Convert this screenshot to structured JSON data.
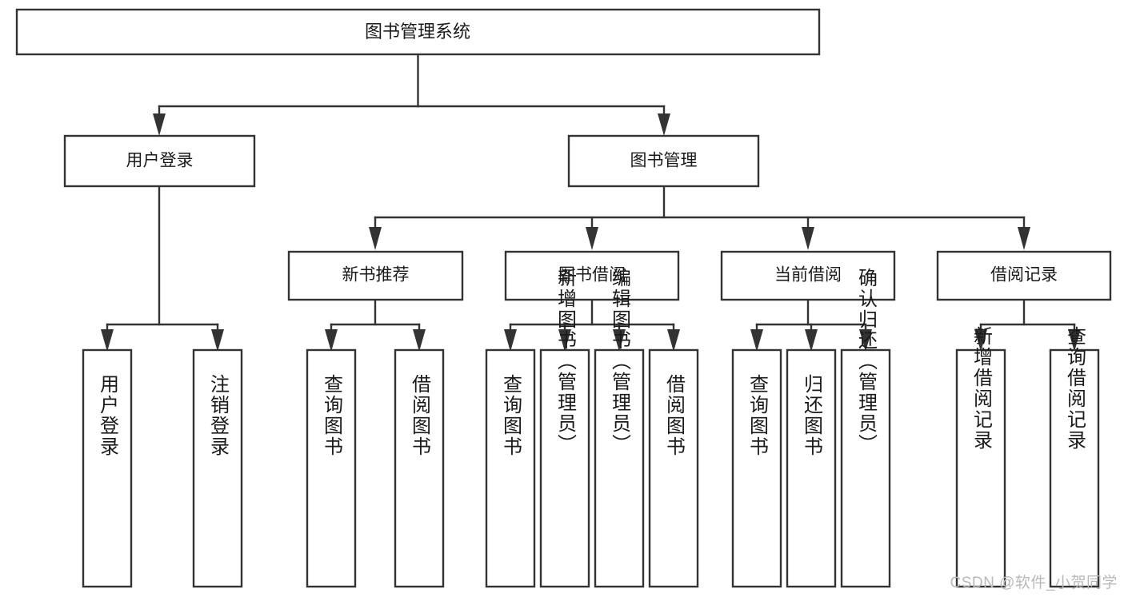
{
  "diagram": {
    "type": "tree-hierarchy",
    "title": "图书管理系统",
    "orientation": "top-down",
    "watermark": "CSDN @软件_小贺同学",
    "colors": {
      "box_stroke": "#333333",
      "box_fill": "#ffffff",
      "connector": "#333333",
      "text": "#1a1a1a",
      "watermark": "#b9b9b9",
      "background": "#ffffff"
    },
    "nodes": {
      "root": {
        "id": "root",
        "label": "图书管理系统",
        "level": 0,
        "orientation": "horizontal"
      },
      "level1": [
        {
          "id": "user-login",
          "label": "用户登录",
          "level": 1,
          "orientation": "horizontal"
        },
        {
          "id": "book-management",
          "label": "图书管理",
          "level": 1,
          "orientation": "horizontal"
        }
      ],
      "level2": [
        {
          "id": "new-book-recommend",
          "label": "新书推荐",
          "level": 2,
          "orientation": "horizontal",
          "parent": "book-management"
        },
        {
          "id": "book-borrow",
          "label": "图书借阅",
          "level": 2,
          "orientation": "horizontal",
          "parent": "book-management"
        },
        {
          "id": "current-borrow",
          "label": "当前借阅",
          "level": 2,
          "orientation": "horizontal",
          "parent": "book-management"
        },
        {
          "id": "borrow-record",
          "label": "借阅记录",
          "level": 2,
          "orientation": "horizontal",
          "parent": "book-management"
        }
      ],
      "leaves": [
        {
          "id": "leaf-user-login",
          "label": "用户登录",
          "parent": "user-login",
          "orientation": "vertical"
        },
        {
          "id": "leaf-logout",
          "label": "注销登录",
          "parent": "user-login",
          "orientation": "vertical"
        },
        {
          "id": "leaf-query-book-1",
          "label": "查询图书",
          "parent": "new-book-recommend",
          "orientation": "vertical"
        },
        {
          "id": "leaf-borrow-book-1",
          "label": "借阅图书",
          "parent": "new-book-recommend",
          "orientation": "vertical"
        },
        {
          "id": "leaf-query-book-2",
          "label": "查询图书",
          "parent": "book-borrow",
          "orientation": "vertical"
        },
        {
          "id": "leaf-add-book",
          "label": "新增图书（管理员）",
          "parent": "book-borrow",
          "orientation": "vertical"
        },
        {
          "id": "leaf-edit-book",
          "label": "编辑图书（管理员）",
          "parent": "book-borrow",
          "orientation": "vertical"
        },
        {
          "id": "leaf-borrow-book-2",
          "label": "借阅图书",
          "parent": "book-borrow",
          "orientation": "vertical"
        },
        {
          "id": "leaf-query-book-3",
          "label": "查询图书",
          "parent": "current-borrow",
          "orientation": "vertical"
        },
        {
          "id": "leaf-return-book",
          "label": "归还图书",
          "parent": "current-borrow",
          "orientation": "vertical"
        },
        {
          "id": "leaf-confirm-return",
          "label": "确认归还（管理员）",
          "parent": "current-borrow",
          "orientation": "vertical"
        },
        {
          "id": "leaf-add-record",
          "label": "新增借阅记录",
          "parent": "borrow-record",
          "orientation": "vertical"
        },
        {
          "id": "leaf-query-record",
          "label": "查询借阅记录",
          "parent": "borrow-record",
          "orientation": "vertical"
        }
      ]
    }
  }
}
